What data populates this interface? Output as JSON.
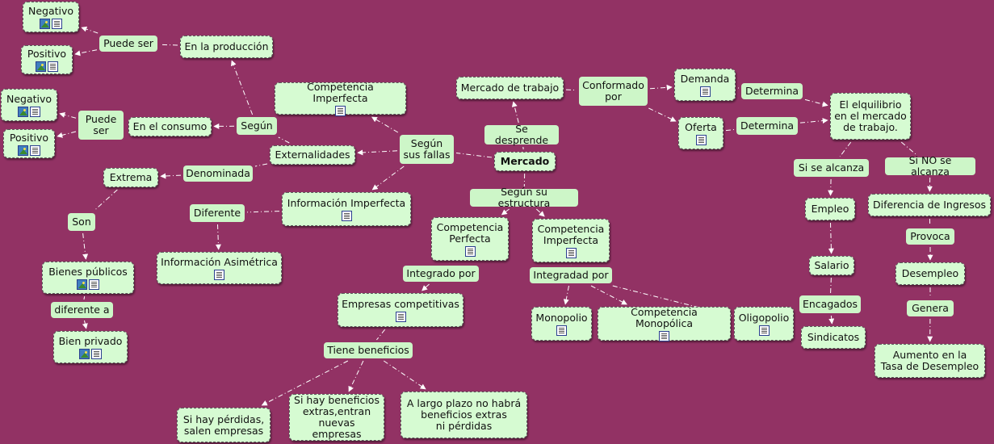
{
  "map": {
    "background": "#923264",
    "node_fill": "#d6fbd2",
    "line_color": "#ffffff",
    "nodes": [
      {
        "id": "negativo1",
        "text": "Negativo",
        "icons": [
          "image",
          "document"
        ]
      },
      {
        "id": "puede_ser1",
        "text": "Puede ser",
        "icons": []
      },
      {
        "id": "en_la_produccion",
        "text": "En la producción",
        "icons": []
      },
      {
        "id": "positivo1",
        "text": "Positivo",
        "icons": [
          "image",
          "document"
        ]
      },
      {
        "id": "competencia_imperfecta_top",
        "text": "Competencia Imperfecta",
        "icons": [
          "document"
        ]
      },
      {
        "id": "negativo2",
        "text": "Negativo",
        "icons": [
          "image",
          "document"
        ]
      },
      {
        "id": "puede_ser2",
        "text": "Puede\nser",
        "icons": []
      },
      {
        "id": "en_el_consumo",
        "text": "En el consumo",
        "icons": []
      },
      {
        "id": "segun",
        "text": "Según",
        "icons": []
      },
      {
        "id": "positivo2",
        "text": "Positivo",
        "icons": [
          "image",
          "document"
        ]
      },
      {
        "id": "externalidades",
        "text": "Externalidades",
        "icons": []
      },
      {
        "id": "segun_sus_fallas",
        "text": "Según\nsus fallas",
        "icons": []
      },
      {
        "id": "extrema",
        "text": "Extrema",
        "icons": []
      },
      {
        "id": "denominada",
        "text": "Denominada",
        "icons": []
      },
      {
        "id": "son",
        "text": "Son",
        "icons": []
      },
      {
        "id": "diferente",
        "text": "Diferente",
        "icons": []
      },
      {
        "id": "informacion_imperfecta",
        "text": "Información Imperfecta",
        "icons": [
          "document"
        ]
      },
      {
        "id": "bienes_publicos",
        "text": "Bienes públicos",
        "icons": [
          "image",
          "document"
        ]
      },
      {
        "id": "informacion_asimetrica",
        "text": "Información Asimétrica",
        "icons": [
          "document"
        ]
      },
      {
        "id": "diferente_a",
        "text": "diferente a",
        "icons": []
      },
      {
        "id": "bien_privado",
        "text": "Bien privado",
        "icons": [
          "image",
          "document"
        ]
      },
      {
        "id": "mercado_de_trabajo",
        "text": "Mercado de trabajo",
        "icons": []
      },
      {
        "id": "conformado_por",
        "text": "Conformado\npor",
        "icons": []
      },
      {
        "id": "demanda",
        "text": "Demanda",
        "icons": [
          "document"
        ]
      },
      {
        "id": "determina1",
        "text": "Determina",
        "icons": []
      },
      {
        "id": "equilibrio",
        "text": "El elquilibrio\nen el mercado\nde trabajo.",
        "icons": []
      },
      {
        "id": "oferta",
        "text": "Oferta",
        "icons": [
          "document"
        ]
      },
      {
        "id": "determina2",
        "text": "Determina",
        "icons": []
      },
      {
        "id": "se_desprende",
        "text": "Se desprende",
        "icons": []
      },
      {
        "id": "mercado",
        "text": "Mercado",
        "icons": [],
        "bold": true
      },
      {
        "id": "segun_su_estructura",
        "text": "Según su estructura",
        "icons": []
      },
      {
        "id": "competencia_perfecta",
        "text": "Competencia\nPerfecta",
        "icons": [
          "document"
        ]
      },
      {
        "id": "competencia_imperfecta_mid",
        "text": "Competencia\nImperfecta",
        "icons": [
          "document"
        ]
      },
      {
        "id": "integrado_por",
        "text": "Integrado por",
        "icons": []
      },
      {
        "id": "integradad_por",
        "text": "Integradad por",
        "icons": []
      },
      {
        "id": "empresas_competitivas",
        "text": "Empresas competitivas",
        "icons": [
          "document"
        ]
      },
      {
        "id": "monopolio",
        "text": "Monopolio",
        "icons": [
          "document"
        ]
      },
      {
        "id": "competencia_monopolica",
        "text": "Competencia Monopólica",
        "icons": [
          "document"
        ]
      },
      {
        "id": "oligopolio",
        "text": "Oligopolio",
        "icons": [
          "document"
        ]
      },
      {
        "id": "tiene_beneficios",
        "text": "Tiene beneficios",
        "icons": []
      },
      {
        "id": "perdidas",
        "text": "Si hay pérdidas,\nsalen empresas",
        "icons": []
      },
      {
        "id": "beneficios_extras",
        "text": "Si hay beneficios\nextras,entran\nnuevas empresas",
        "icons": []
      },
      {
        "id": "largo_plazo",
        "text": "A largo plazo no habrá\nbeneficios extras\nni pérdidas",
        "icons": []
      },
      {
        "id": "si_se_alcanza",
        "text": "Si se alcanza",
        "icons": []
      },
      {
        "id": "si_no_se_alcanza",
        "text": "Si NO se alcanza",
        "icons": []
      },
      {
        "id": "empleo",
        "text": "Empleo",
        "icons": []
      },
      {
        "id": "diferencia_ingresos",
        "text": "Diferencia de Ingresos",
        "icons": []
      },
      {
        "id": "provoca",
        "text": "Provoca",
        "icons": []
      },
      {
        "id": "salario",
        "text": "Salario",
        "icons": []
      },
      {
        "id": "desempleo",
        "text": "Desempleo",
        "icons": []
      },
      {
        "id": "encagados",
        "text": "Encagados",
        "icons": []
      },
      {
        "id": "genera",
        "text": "Genera",
        "icons": []
      },
      {
        "id": "sindicatos",
        "text": "Sindicatos",
        "icons": []
      },
      {
        "id": "aumento_desempleo",
        "text": "Aumento en la\nTasa de Desempleo",
        "icons": []
      }
    ]
  }
}
